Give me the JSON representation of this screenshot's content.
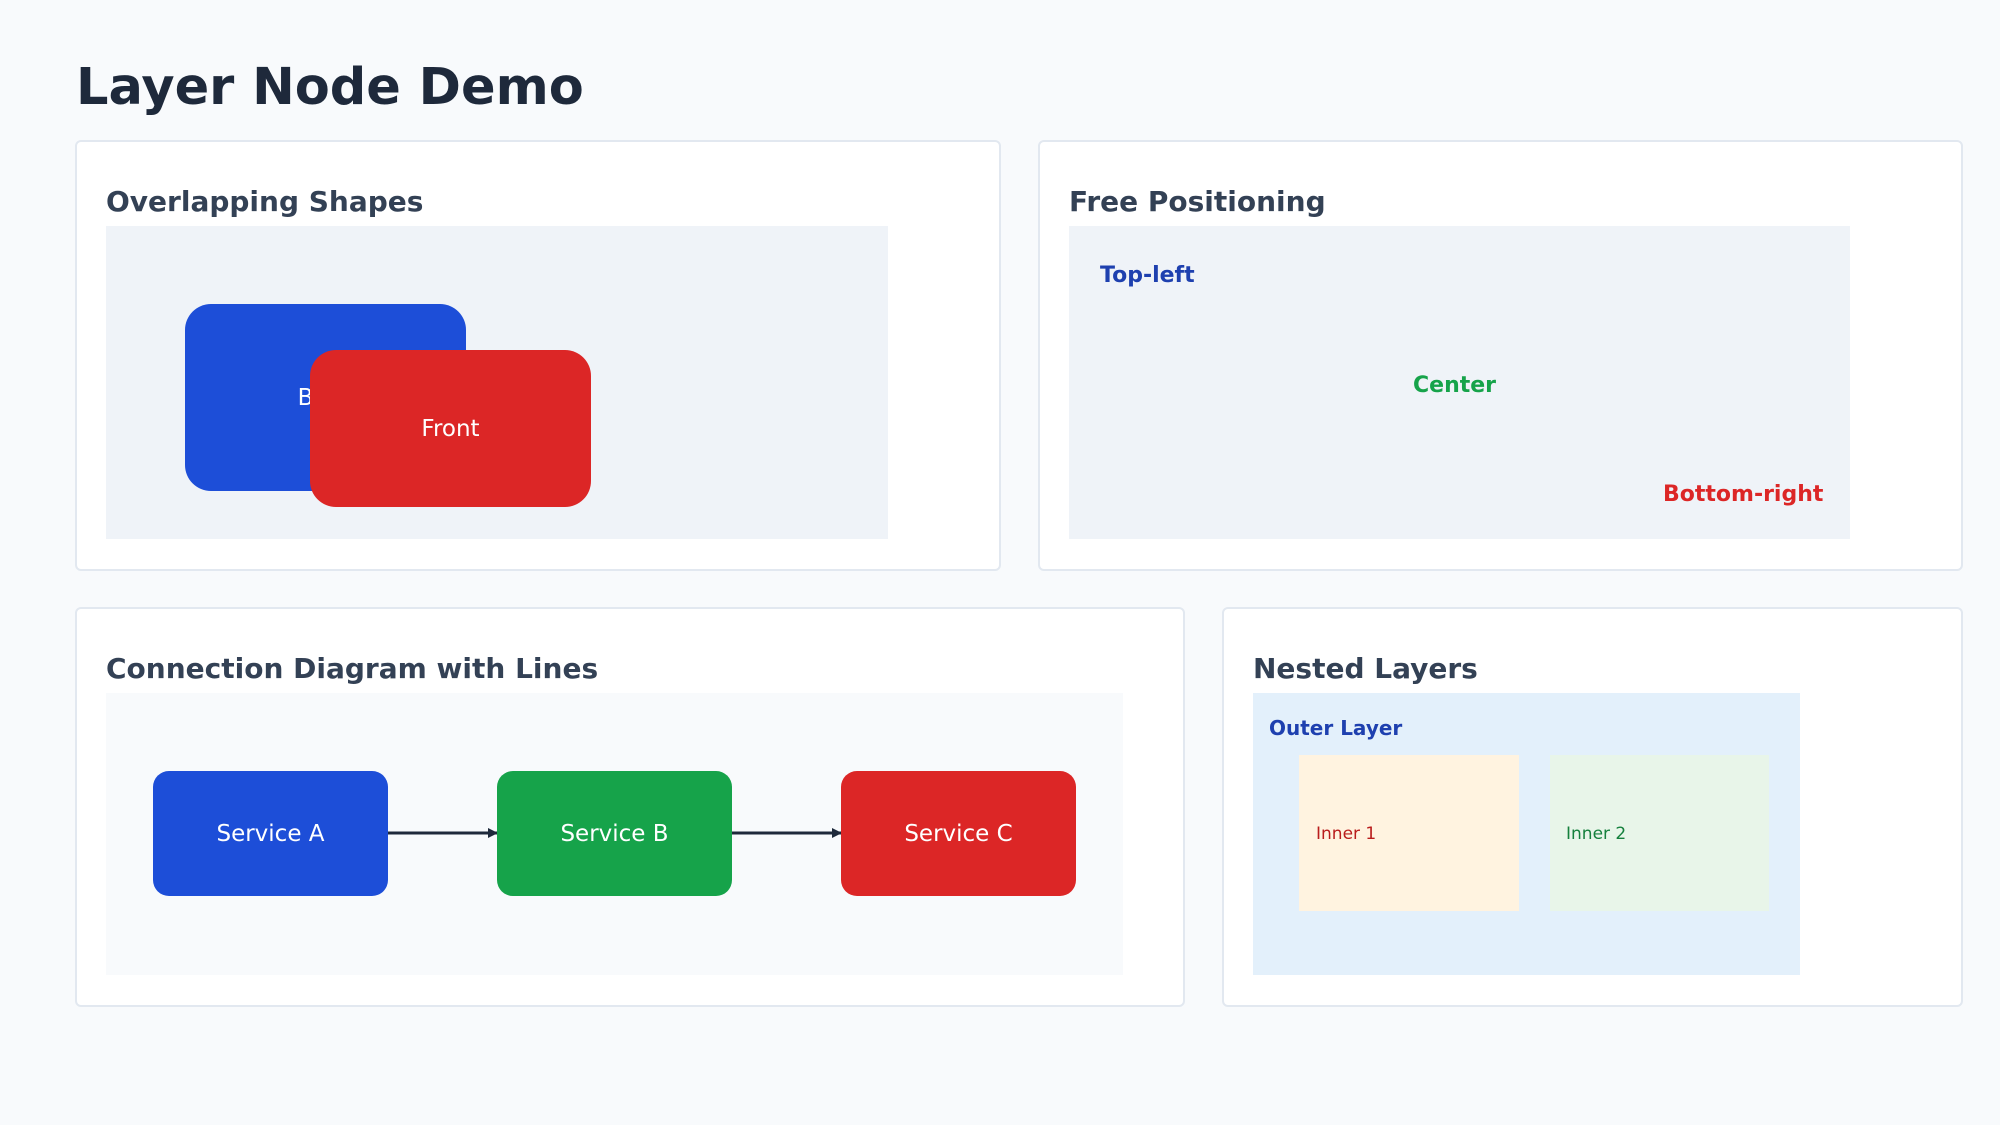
{
  "page": {
    "title": "Layer Node Demo"
  },
  "overlap": {
    "title": "Overlapping Shapes",
    "back_label": "Back",
    "front_label": "Front",
    "back_color": "#1d4ed8",
    "front_color": "#dc2626"
  },
  "free": {
    "title": "Free Positioning",
    "top_left": "Top-left",
    "center": "Center",
    "bottom_right": "Bottom-right",
    "top_left_color": "#1e40af",
    "center_color": "#16a34a",
    "bottom_right_color": "#dc2626"
  },
  "connection": {
    "title": "Connection Diagram with Lines",
    "nodes": [
      {
        "label": "Service A",
        "color": "#1d4ed8"
      },
      {
        "label": "Service B",
        "color": "#16a34a"
      },
      {
        "label": "Service C",
        "color": "#dc2626"
      }
    ]
  },
  "nested": {
    "title": "Nested Layers",
    "outer_label": "Outer Layer",
    "inner": [
      {
        "label": "Inner 1",
        "bg": "#fff3e0",
        "color": "#b91c1c"
      },
      {
        "label": "Inner 2",
        "bg": "#e8f5e9",
        "color": "#15803d"
      }
    ]
  }
}
